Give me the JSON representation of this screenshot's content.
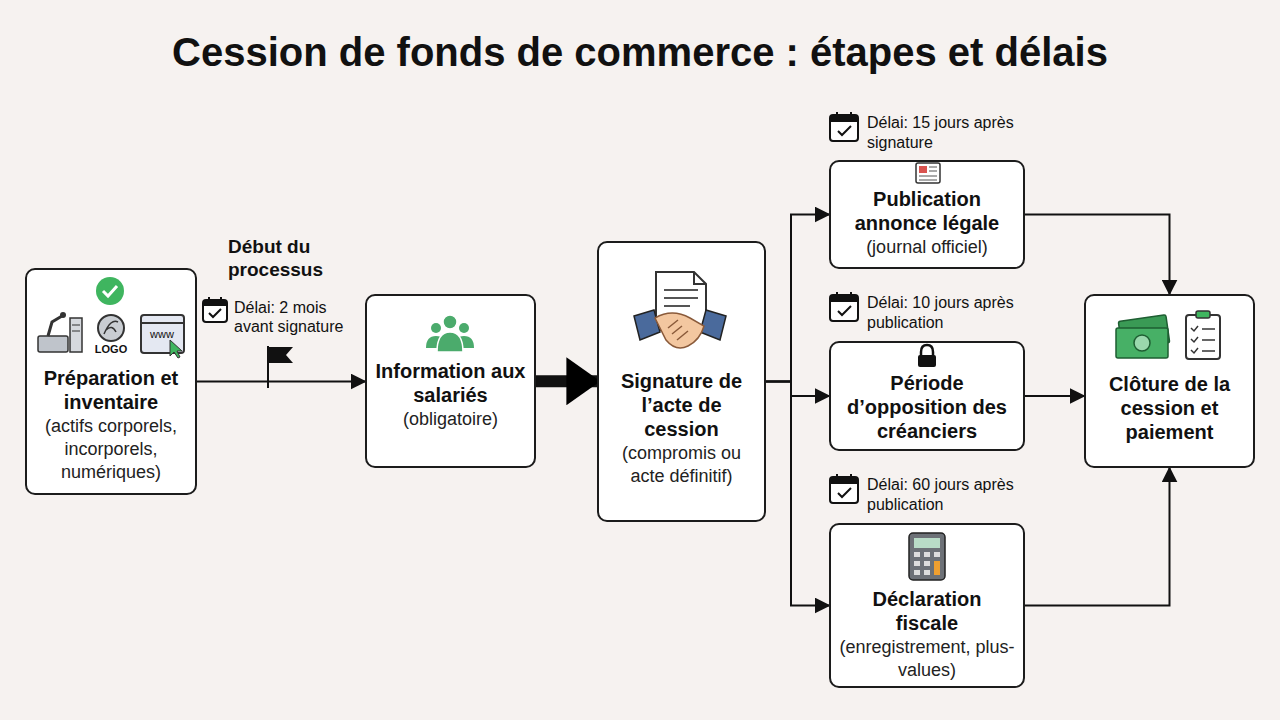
{
  "diagram": {
    "title": "Cession de fonds de commerce : étapes et délais",
    "nodes": [
      {
        "text": [
          "Préparation et inventaire",
          "(actifs corporels, incorporels, numériques)"
        ]
      },
      {
        "text": [
          "Information aux salariés",
          "(obligatoire)"
        ]
      },
      {
        "text": [
          "Signature de l’acte de cession",
          "(compromis ou acte définitif)"
        ]
      },
      {
        "text": [
          "Publication annonce légale",
          "(journal officiel)"
        ]
      },
      {
        "text": [
          "Période d’opposition des créanciers"
        ]
      },
      {
        "text": [
          "Déclaration fiscale",
          "(enregistrement, plus-values)"
        ]
      },
      {
        "text": [
          "Clôture de la cession et paiement"
        ]
      }
    ],
    "edges": [
      {
        "from": 0,
        "to": 1,
        "arrow": "to"
      },
      {
        "from": 1,
        "to": 2,
        "arrow": "to"
      },
      {
        "from": 2,
        "to": 3,
        "arrow": "to"
      },
      {
        "from": 2,
        "to": 4,
        "arrow": "to"
      },
      {
        "from": 2,
        "to": 5,
        "arrow": "to"
      },
      {
        "from": 3,
        "to": 6,
        "arrow": "to"
      },
      {
        "from": 4,
        "to": 6,
        "arrow": "to"
      },
      {
        "from": 5,
        "to": 6,
        "arrow": "to"
      }
    ],
    "labels": [
      "Début du processus",
      "Délai: 2 mois avant signature",
      "Délai: 15 jours après signature",
      "Délai: 10 jours après publication",
      "Délai: 60 jours après publication",
      "LOGO",
      "www"
    ]
  }
}
